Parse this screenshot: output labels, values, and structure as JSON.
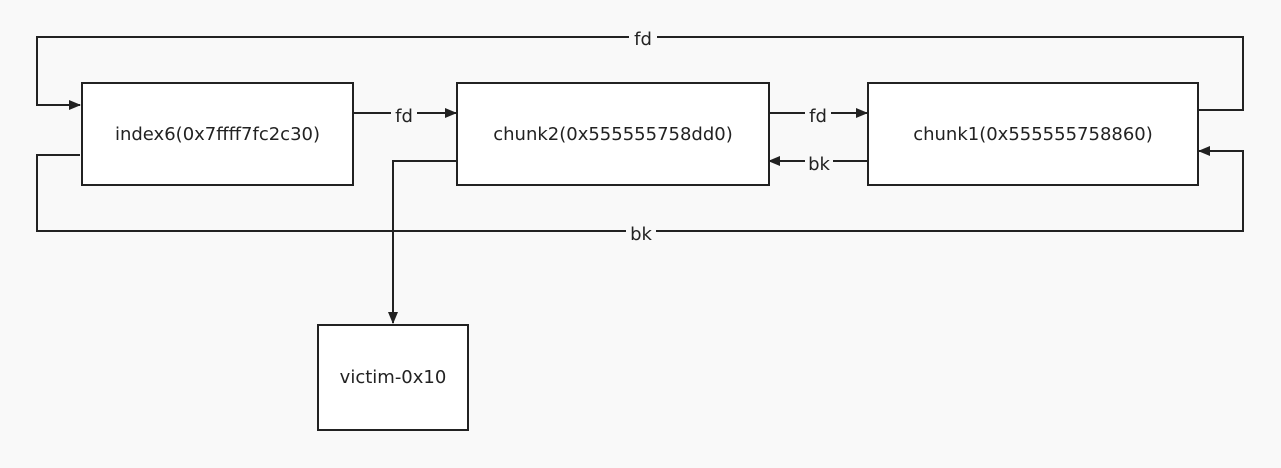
{
  "nodes": {
    "index6": "index6(0x7ffff7fc2c30)",
    "chunk2": "chunk2(0x555555758dd0)",
    "chunk1": "chunk1(0x555555758860)",
    "victim": "victim-0x10"
  },
  "edges": {
    "top_fd": "fd",
    "index6_to_chunk2_fd": "fd",
    "chunk2_to_chunk1_fd": "fd",
    "chunk1_to_chunk2_bk": "bk",
    "bottom_bk": "bk"
  }
}
